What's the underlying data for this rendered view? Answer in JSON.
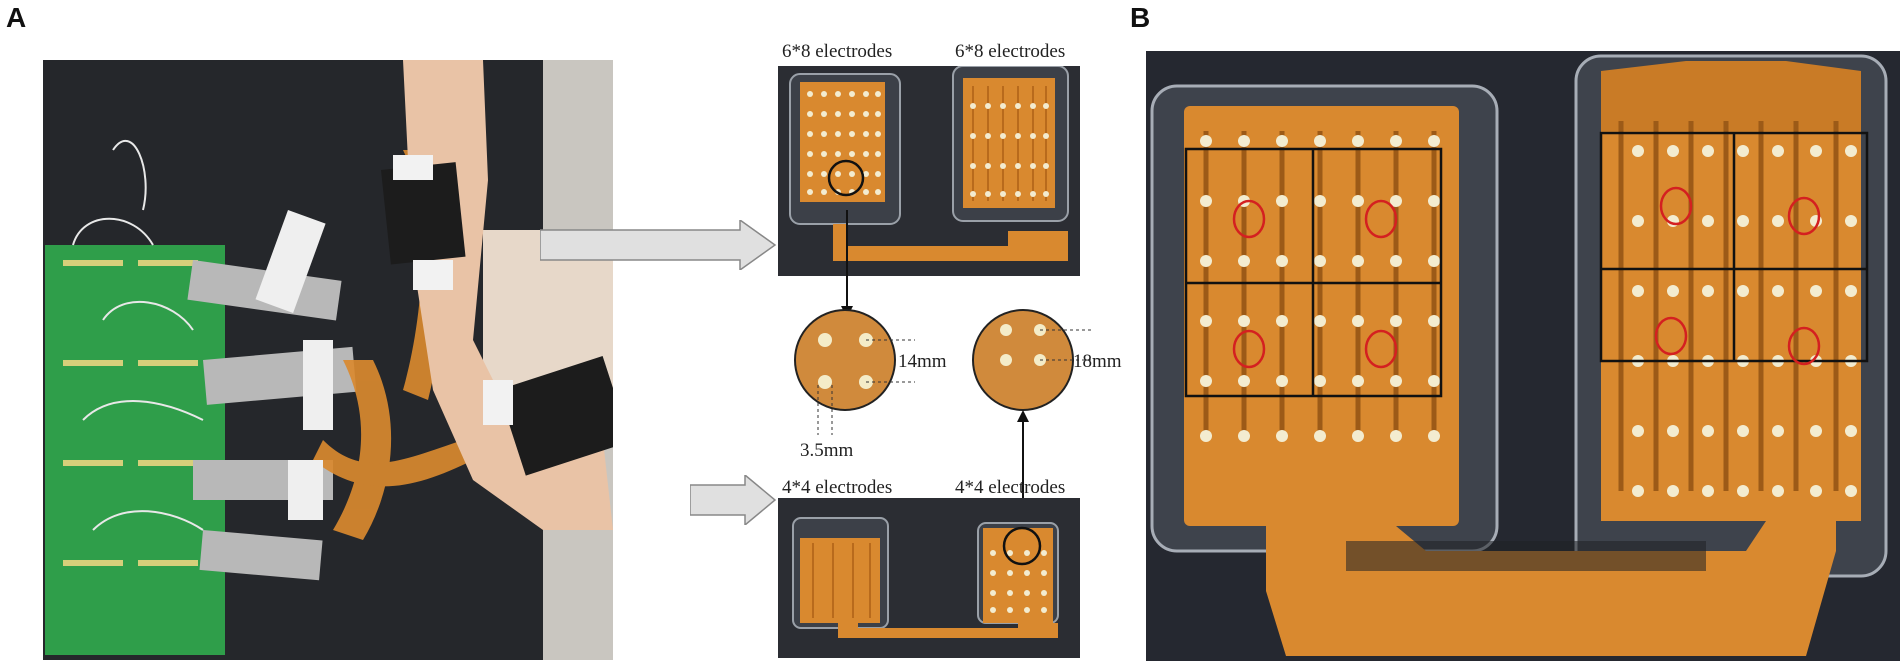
{
  "panels": {
    "a": {
      "letter": "A"
    },
    "b": {
      "letter": "B"
    }
  },
  "labels": {
    "top_left": "6*8 electrodes",
    "top_right": "6*8 electrodes",
    "bottom_left": "4*4 electrodes",
    "bottom_right": "4*4 electrodes",
    "dim_14": "14mm",
    "dim_18": "18mm",
    "dim_35": "3.5mm"
  },
  "colors": {
    "flex_pcb": "#d9892f",
    "flex_pcb_dark": "#b86a1c",
    "pcb_green": "#2f9e4a",
    "background_dark": "#1f2024",
    "velcro": "#1c1c1c",
    "highlight_circle": "#d42020",
    "electrode_dot": "#f3ecd0"
  }
}
